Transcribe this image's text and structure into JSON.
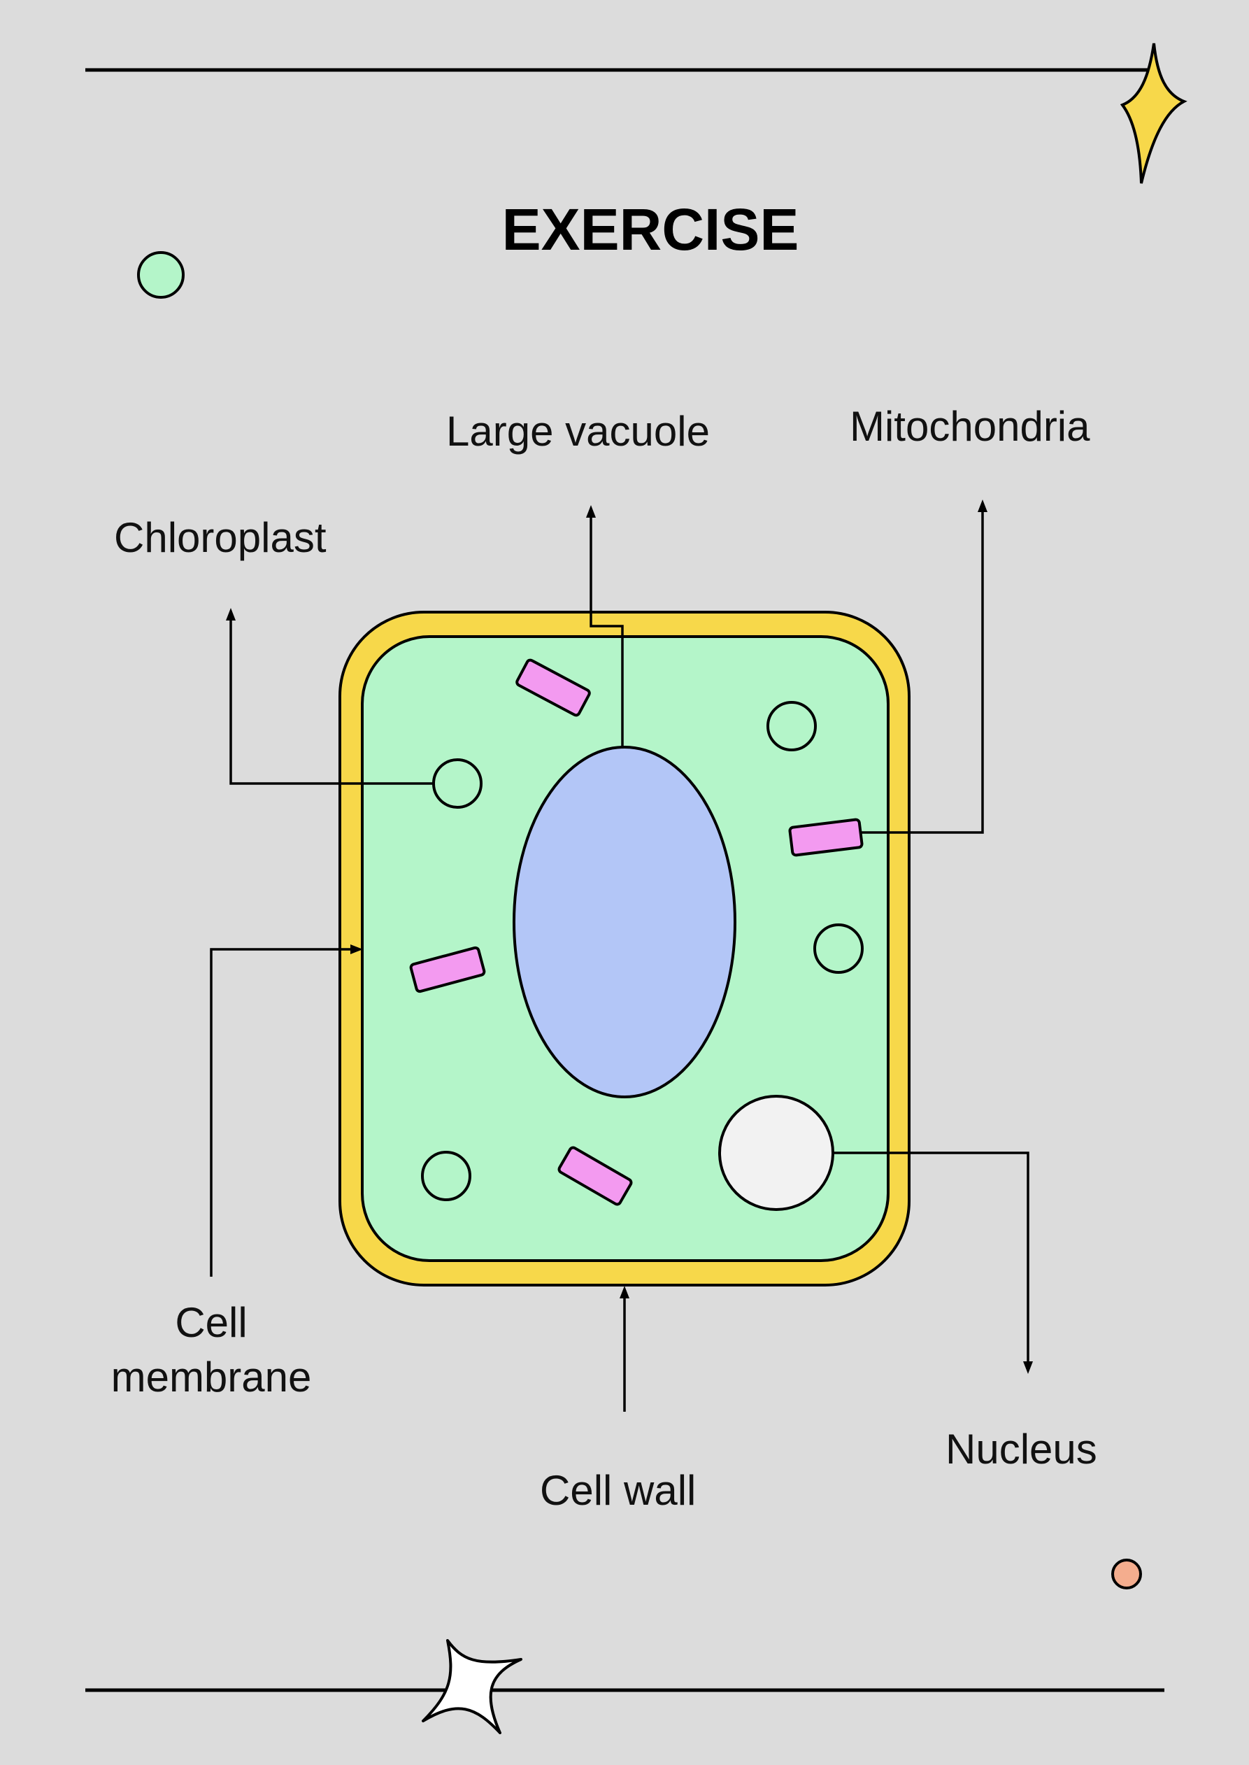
{
  "title": "EXERCISE",
  "labels": {
    "large_vacuole": "Large vacuole",
    "mitochondria": "Mitochondria",
    "chloroplast": "Chloroplast",
    "cell_membrane_line1": "Cell",
    "cell_membrane_line2": "membrane",
    "cell_wall": "Cell wall",
    "nucleus": "Nucleus"
  },
  "colors": {
    "background": "#dcdcdc",
    "cell_wall": "#f7d84a",
    "cytoplasm": "#b4f5c9",
    "vacuole": "#b3c6f7",
    "nucleus": "#f2f2f2",
    "mitochondria": "#f39af0",
    "chloroplast": "#b4f5c9",
    "star_yellow": "#f7d84a",
    "dot_green": "#b4f5c9",
    "dot_orange": "#f4ad8e",
    "ink": "#000000"
  },
  "icons": {
    "top_right": "four-point-star-icon",
    "bottom": "four-point-star-outline-icon"
  }
}
